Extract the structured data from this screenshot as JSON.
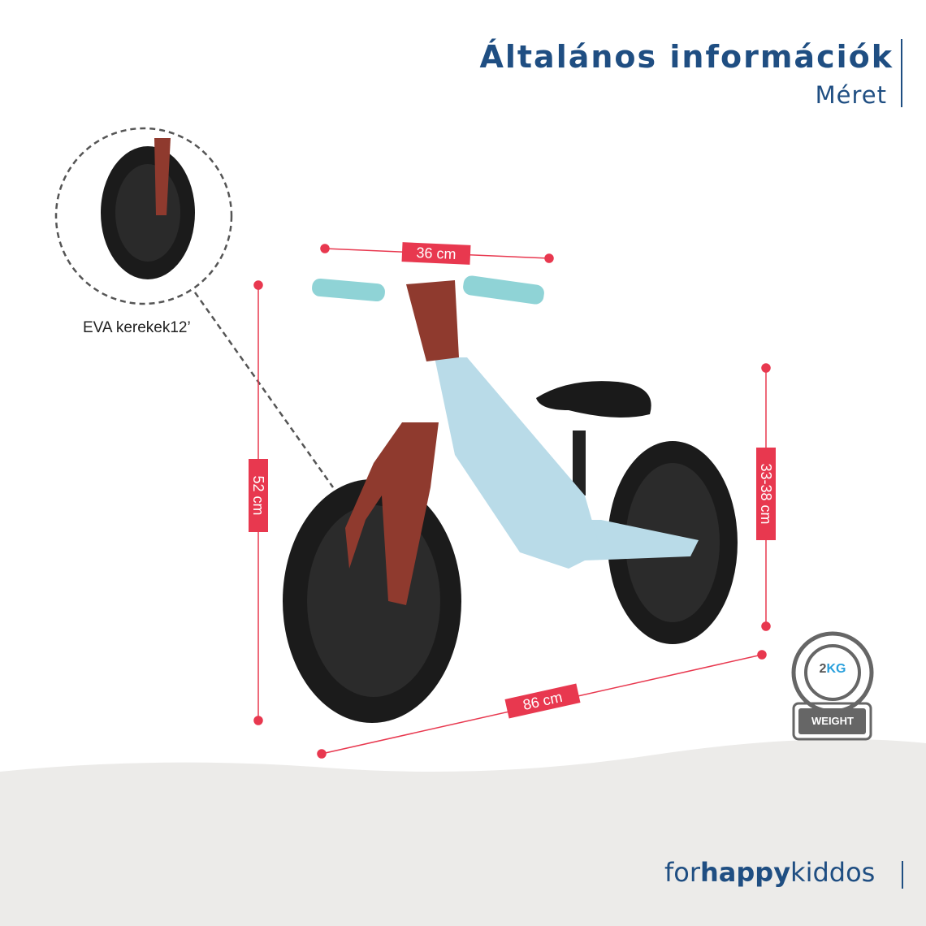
{
  "header": {
    "title": "Általános információk",
    "subtitle": "Méret"
  },
  "dimensions": {
    "handlebar_width": "36 cm",
    "handlebar_height": "52 cm",
    "seat_height": "33-38 cm",
    "length": "86 cm"
  },
  "wheel_callout": {
    "label": "EVA kerekek12’"
  },
  "weight_badge": {
    "value": "2",
    "unit": "KG",
    "label": "WEIGHT"
  },
  "brand": {
    "prefix": "for",
    "bold": "happy",
    "suffix": "kiddos"
  },
  "colors": {
    "accent": "#e8384f",
    "brand": "#1f4e82",
    "frame": "#b9dbe8",
    "fork": "#8f3a2e",
    "grip": "#8fd3d6"
  }
}
